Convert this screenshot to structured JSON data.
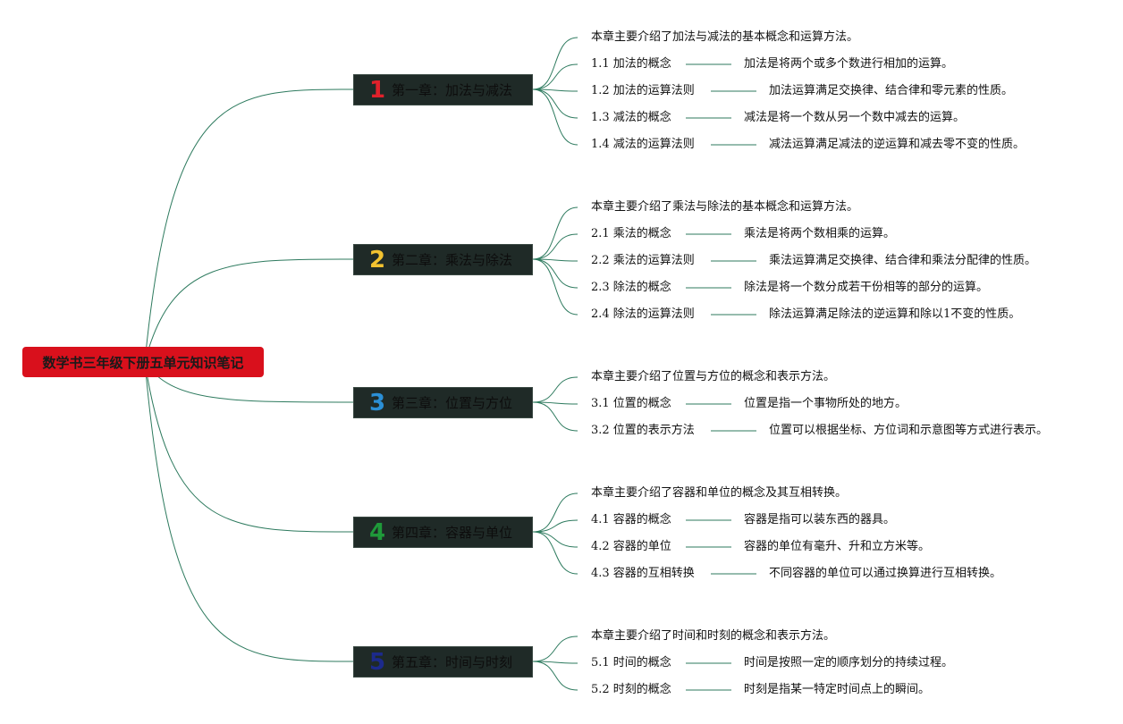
{
  "root": {
    "title": "数学书三年级下册五单元知识笔记"
  },
  "chapters": [
    {
      "number": "1",
      "number_color": "#e0212b",
      "title": "第一章：加法与减法",
      "summary": "本章主要介绍了加法与减法的基本概念和运算方法。",
      "sections": [
        {
          "label": "1.1 加法的概念",
          "detail": "加法是将两个或多个数进行相加的运算。"
        },
        {
          "label": "1.2 加法的运算法则",
          "detail": "加法运算满足交换律、结合律和零元素的性质。"
        },
        {
          "label": "1.3 减法的概念",
          "detail": "减法是将一个数从另一个数中减去的运算。"
        },
        {
          "label": "1.4 减法的运算法则",
          "detail": "减法运算满足减法的逆运算和减去零不变的性质。"
        }
      ]
    },
    {
      "number": "2",
      "number_color": "#f2c230",
      "title": "第二章：乘法与除法",
      "summary": "本章主要介绍了乘法与除法的基本概念和运算方法。",
      "sections": [
        {
          "label": "2.1 乘法的概念",
          "detail": "乘法是将两个数相乘的运算。"
        },
        {
          "label": "2.2 乘法的运算法则",
          "detail": "乘法运算满足交换律、结合律和乘法分配律的性质。"
        },
        {
          "label": "2.3 除法的概念",
          "detail": "除法是将一个数分成若干份相等的部分的运算。"
        },
        {
          "label": "2.4 除法的运算法则",
          "detail": "除法运算满足除法的逆运算和除以1不变的性质。"
        }
      ]
    },
    {
      "number": "3",
      "number_color": "#2b8fd6",
      "title": "第三章：位置与方位",
      "summary": "本章主要介绍了位置与方位的概念和表示方法。",
      "sections": [
        {
          "label": "3.1 位置的概念",
          "detail": "位置是指一个事物所处的地方。"
        },
        {
          "label": "3.2 位置的表示方法",
          "detail": "位置可以根据坐标、方位词和示意图等方式进行表示。"
        }
      ]
    },
    {
      "number": "4",
      "number_color": "#1f9a3a",
      "title": "第四章：容器与单位",
      "summary": "本章主要介绍了容器和单位的概念及其互相转换。",
      "sections": [
        {
          "label": "4.1 容器的概念",
          "detail": "容器是指可以装东西的器具。"
        },
        {
          "label": "4.2 容器的单位",
          "detail": "容器的单位有毫升、升和立方米等。"
        },
        {
          "label": "4.3 容器的互相转换",
          "detail": "不同容器的单位可以通过换算进行互相转换。"
        }
      ]
    },
    {
      "number": "5",
      "number_color": "#1c2a8c",
      "title": "第五章：时间与时刻",
      "summary": "本章主要介绍了时间和时刻的概念和表示方法。",
      "sections": [
        {
          "label": "5.1 时间的概念",
          "detail": "时间是按照一定的顺序划分的持续过程。"
        },
        {
          "label": "5.2 时刻的概念",
          "detail": "时刻是指某一特定时间点上的瞬间。"
        }
      ]
    }
  ],
  "colors": {
    "root_fill": "#d9101c",
    "chapter_fill": "#1f2a27",
    "connector": "#2d7a5e"
  }
}
